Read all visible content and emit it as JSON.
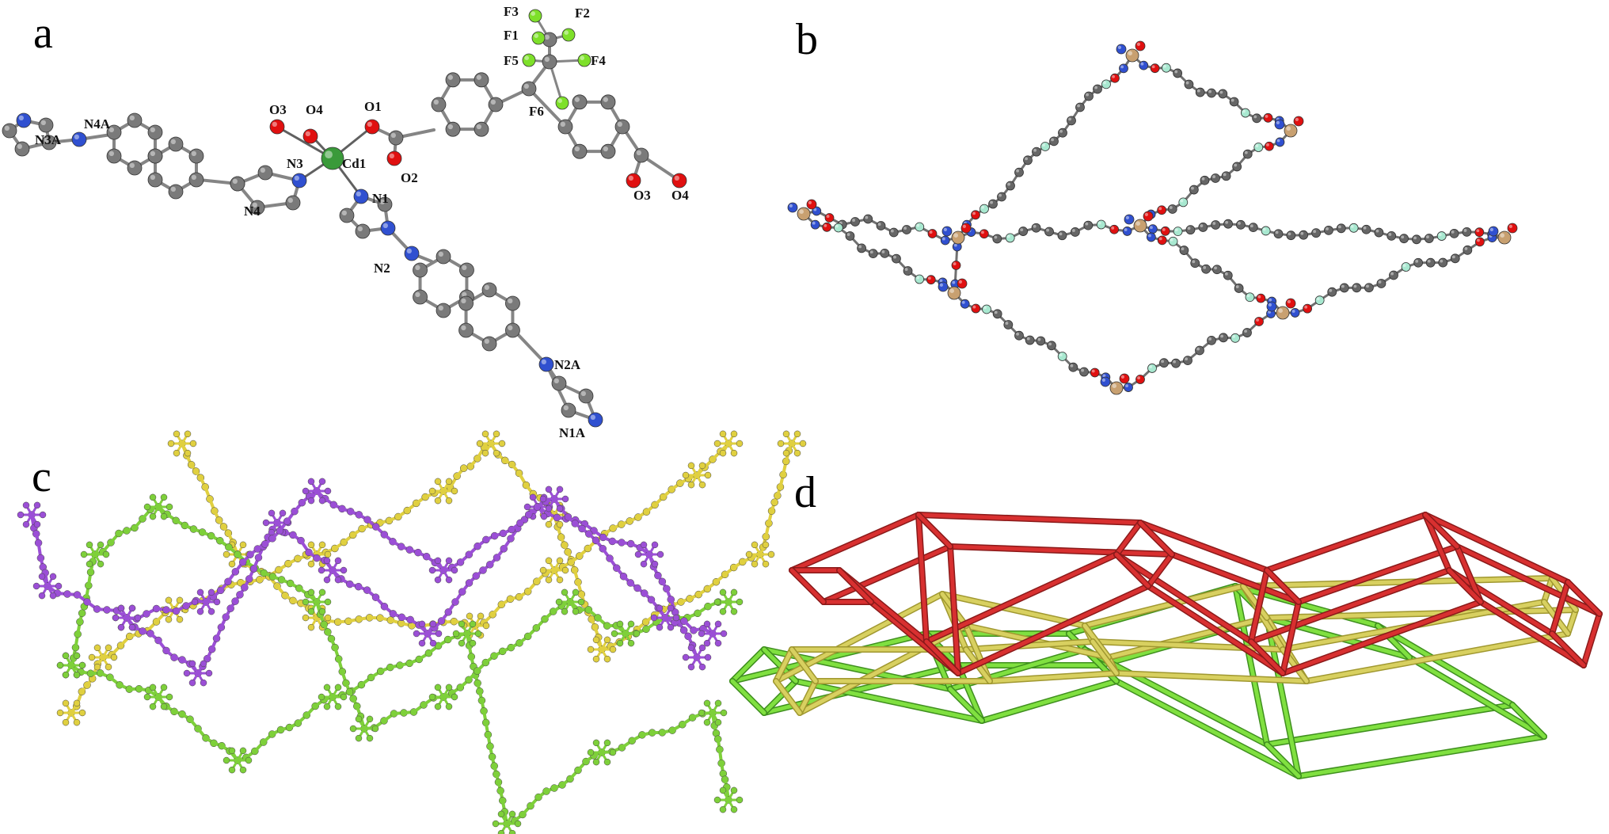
{
  "figure": {
    "panels": [
      {
        "letter": "a"
      },
      {
        "letter": "b"
      },
      {
        "letter": "c"
      },
      {
        "letter": "d"
      }
    ]
  },
  "panel_a": {
    "atom_labels": [
      "F3",
      "F2",
      "F1",
      "F5",
      "F4",
      "F6",
      "O3",
      "O4",
      "O1",
      "Cd1",
      "N4A",
      "N3A",
      "N3",
      "N4",
      "O2",
      "N1",
      "N2",
      "O3",
      "O4",
      "N2A",
      "N1A"
    ]
  },
  "colors": {
    "carbon": "#7a7a7a",
    "oxygen": "#e01010",
    "nitrogen": "#3050d0",
    "fluorine_a": "#7ee02a",
    "fluorine_b": "#a8e8d0",
    "cadmium_a": "#3a9a3a",
    "cadmium_b": "#c8a070",
    "net_purple": "#9b4fd6",
    "net_yellow": "#e0d040",
    "net_green": "#7ed03a",
    "frame_red": "#d83030",
    "frame_yellow": "#d8d060",
    "frame_green": "#80e040"
  }
}
